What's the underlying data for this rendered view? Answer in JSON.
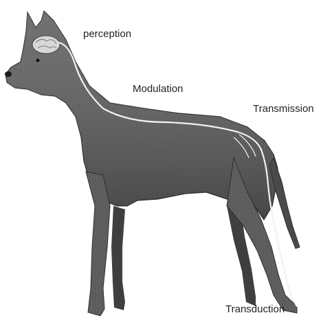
{
  "labels": {
    "perception": "perception",
    "modulation": "Modulation",
    "transmission": "Transmission",
    "transduction": "Transduction"
  },
  "colors": {
    "background": "#ffffff",
    "dog_body": "#5a5a5a",
    "dog_shadow": "#3a3a3a",
    "nerve_pathway": "#f2f2f2",
    "brain": "#d8d8d8",
    "label_text": "#222222"
  },
  "illustration": {
    "subject": "dog",
    "pain_pathway_stages": [
      "Transduction",
      "Transmission",
      "Modulation",
      "perception"
    ]
  }
}
